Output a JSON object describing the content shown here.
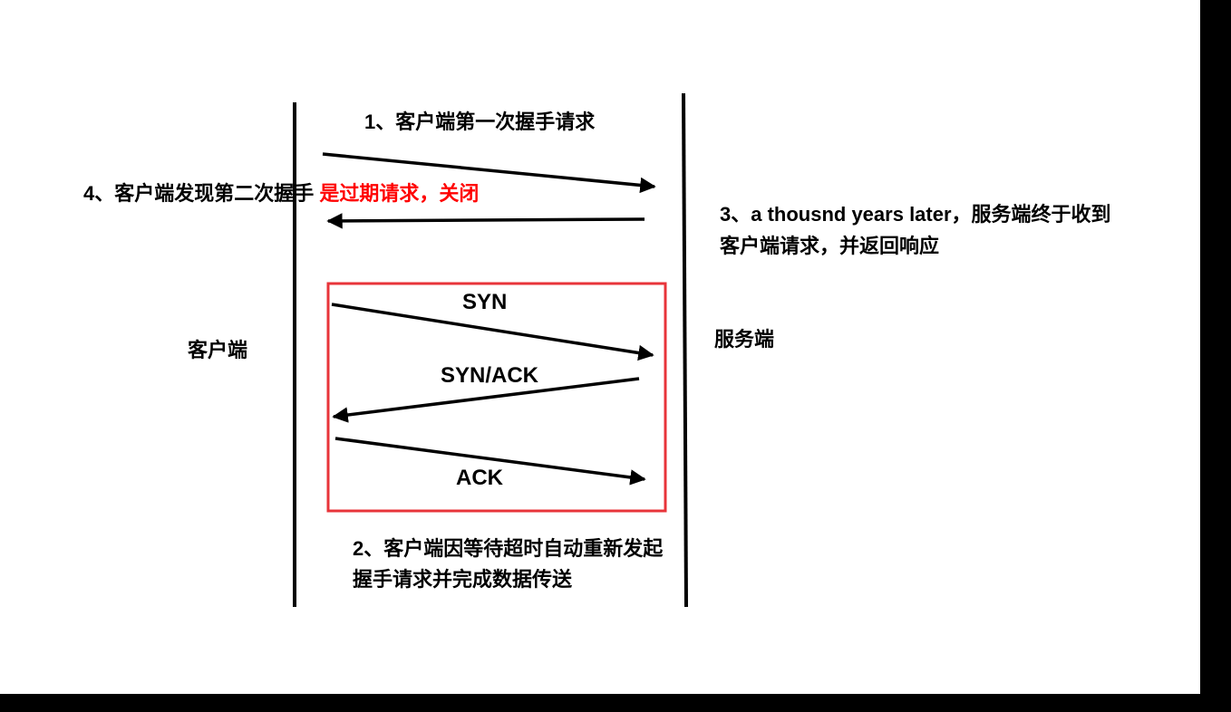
{
  "diagram": {
    "client_label": "客户端",
    "server_label": "服务端",
    "step1_label": "1、客户端第一次握手请求",
    "step4_label_black": "4、客户端发现第二次握手",
    "step4_label_red": "是过期请求，关闭",
    "step3_line1": "3、a thousnd years later，服务端终于收到",
    "step3_line2": "客户端请求，并返回响应",
    "syn_label": "SYN",
    "synack_label": "SYN/ACK",
    "ack_label": "ACK",
    "step2_line1": "2、客户端因等待超时自动重新发起",
    "step2_line2": "握手请求并完成数据传送"
  },
  "colors": {
    "line": "#000000",
    "highlight": "#ff0000",
    "box_border": "#e8343a",
    "background": "#ffffff",
    "frame": "#000000"
  }
}
